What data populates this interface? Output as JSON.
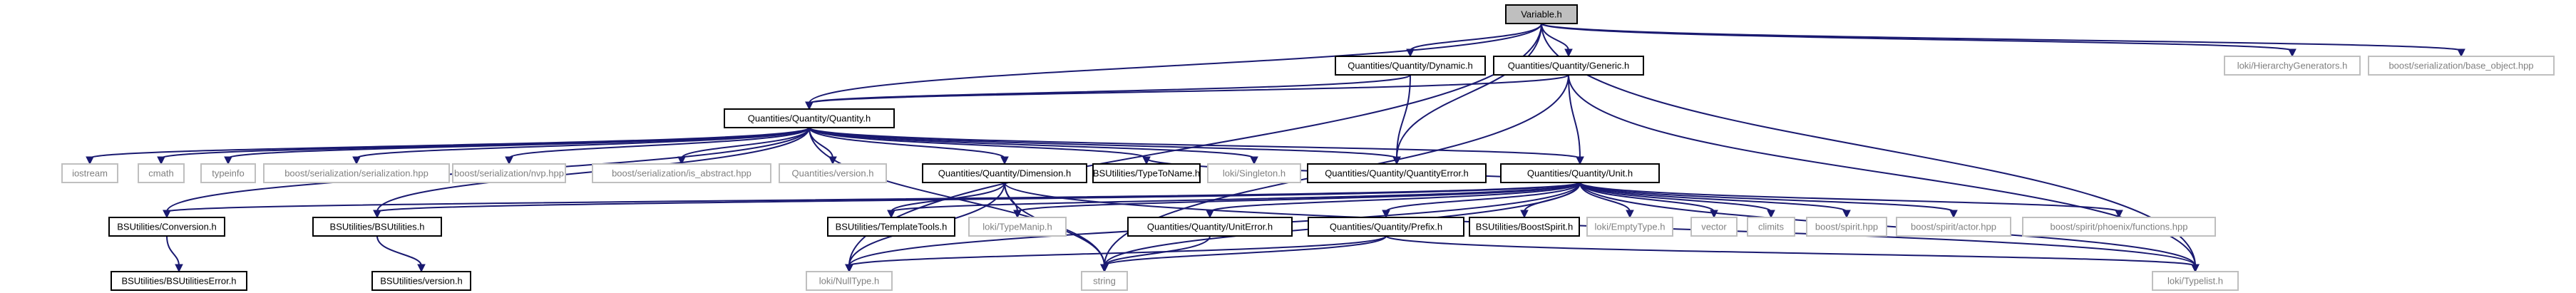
{
  "title": "Variable.h",
  "labels": {
    "variable": "Variable.h",
    "dynamic": "Quantities/Quantity/Dynamic.h",
    "generic": "Quantities/Quantity/Generic.h",
    "hier": "loki/HierarchyGenerators.h",
    "base_object": "boost/serialization/base_object.hpp",
    "quantity": "Quantities/Quantity/Quantity.h",
    "iostream": "iostream",
    "cmath": "cmath",
    "typeinfo": "typeinfo",
    "serialization": "boost/serialization/serialization.hpp",
    "nvp": "boost/serialization/nvp.hpp",
    "is_abstract": "boost/serialization/is_abstract.hpp",
    "version": "Quantities/version.h",
    "dimension": "Quantities/Quantity/Dimension.h",
    "typetoname": "BSUtilities/TypeToName.h",
    "singleton": "loki/Singleton.h",
    "qerror": "Quantities/Quantity/QuantityError.h",
    "unit": "Quantities/Quantity/Unit.h",
    "conversion": "BSUtilities/Conversion.h",
    "bsutilities": "BSUtilities/BSUtilities.h",
    "templatetools": "BSUtilities/TemplateTools.h",
    "typemanip": "loki/TypeManip.h",
    "uniterror": "Quantities/Quantity/UnitError.h",
    "prefix": "Quantities/Quantity/Prefix.h",
    "boostspirit": "BSUtilities/BoostSpirit.h",
    "emptytype": "loki/EmptyType.h",
    "vector": "vector",
    "climits": "climits",
    "spirit": "boost/spirit.hpp",
    "actor": "boost/spirit/actor.hpp",
    "phoenix": "boost/spirit/phoenix/functions.hpp",
    "bsuerror": "BSUtilities/BSUtilitiesError.h",
    "bsuversion": "BSUtilities/version.h",
    "nulltype": "loki/NullType.h",
    "string": "string",
    "typelist": "loki/Typelist.h"
  },
  "nodes": [
    {
      "id": "variable",
      "kind": "root"
    },
    {
      "id": "dynamic",
      "kind": "project"
    },
    {
      "id": "generic",
      "kind": "project"
    },
    {
      "id": "hier",
      "kind": "system"
    },
    {
      "id": "base_object",
      "kind": "system"
    },
    {
      "id": "quantity",
      "kind": "project"
    },
    {
      "id": "iostream",
      "kind": "system"
    },
    {
      "id": "cmath",
      "kind": "system"
    },
    {
      "id": "typeinfo",
      "kind": "system"
    },
    {
      "id": "serialization",
      "kind": "system"
    },
    {
      "id": "nvp",
      "kind": "system"
    },
    {
      "id": "is_abstract",
      "kind": "system"
    },
    {
      "id": "version",
      "kind": "system"
    },
    {
      "id": "dimension",
      "kind": "project"
    },
    {
      "id": "typetoname",
      "kind": "project"
    },
    {
      "id": "singleton",
      "kind": "system"
    },
    {
      "id": "qerror",
      "kind": "project"
    },
    {
      "id": "unit",
      "kind": "project"
    },
    {
      "id": "conversion",
      "kind": "project"
    },
    {
      "id": "bsutilities",
      "kind": "project"
    },
    {
      "id": "templatetools",
      "kind": "project"
    },
    {
      "id": "typemanip",
      "kind": "system"
    },
    {
      "id": "uniterror",
      "kind": "project"
    },
    {
      "id": "prefix",
      "kind": "project"
    },
    {
      "id": "boostspirit",
      "kind": "project"
    },
    {
      "id": "emptytype",
      "kind": "system"
    },
    {
      "id": "vector",
      "kind": "system"
    },
    {
      "id": "climits",
      "kind": "system"
    },
    {
      "id": "spirit",
      "kind": "system"
    },
    {
      "id": "actor",
      "kind": "system"
    },
    {
      "id": "phoenix",
      "kind": "system"
    },
    {
      "id": "bsuerror",
      "kind": "project"
    },
    {
      "id": "bsuversion",
      "kind": "project"
    },
    {
      "id": "nulltype",
      "kind": "system"
    },
    {
      "id": "string",
      "kind": "system"
    },
    {
      "id": "typelist",
      "kind": "system"
    }
  ],
  "edges": [
    [
      "variable",
      "dynamic"
    ],
    [
      "variable",
      "generic"
    ],
    [
      "variable",
      "quantity"
    ],
    [
      "variable",
      "qerror"
    ],
    [
      "variable",
      "hier"
    ],
    [
      "variable",
      "base_object"
    ],
    [
      "variable",
      "nulltype"
    ],
    [
      "variable",
      "typelist"
    ],
    [
      "dynamic",
      "quantity"
    ],
    [
      "dynamic",
      "qerror"
    ],
    [
      "generic",
      "quantity"
    ],
    [
      "generic",
      "unit"
    ],
    [
      "generic",
      "typelist"
    ],
    [
      "generic",
      "string"
    ],
    [
      "quantity",
      "iostream"
    ],
    [
      "quantity",
      "cmath"
    ],
    [
      "quantity",
      "typeinfo"
    ],
    [
      "quantity",
      "serialization"
    ],
    [
      "quantity",
      "nvp"
    ],
    [
      "quantity",
      "is_abstract"
    ],
    [
      "quantity",
      "version"
    ],
    [
      "quantity",
      "dimension"
    ],
    [
      "quantity",
      "typetoname"
    ],
    [
      "quantity",
      "singleton"
    ],
    [
      "quantity",
      "qerror"
    ],
    [
      "quantity",
      "unit"
    ],
    [
      "quantity",
      "conversion"
    ],
    [
      "quantity",
      "bsutilities"
    ],
    [
      "quantity",
      "string"
    ],
    [
      "dimension",
      "templatetools"
    ],
    [
      "dimension",
      "typemanip"
    ],
    [
      "dimension",
      "typelist"
    ],
    [
      "dimension",
      "nulltype"
    ],
    [
      "dimension",
      "string"
    ],
    [
      "unit",
      "conversion"
    ],
    [
      "unit",
      "bsutilities"
    ],
    [
      "unit",
      "templatetools"
    ],
    [
      "unit",
      "typemanip"
    ],
    [
      "unit",
      "uniterror"
    ],
    [
      "unit",
      "prefix"
    ],
    [
      "unit",
      "boostspirit"
    ],
    [
      "unit",
      "emptytype"
    ],
    [
      "unit",
      "vector"
    ],
    [
      "unit",
      "climits"
    ],
    [
      "unit",
      "spirit"
    ],
    [
      "unit",
      "actor"
    ],
    [
      "unit",
      "phoenix"
    ],
    [
      "unit",
      "typelist"
    ],
    [
      "unit",
      "nulltype"
    ],
    [
      "unit",
      "string"
    ],
    [
      "unit",
      "typetoname"
    ],
    [
      "conversion",
      "bsuerror"
    ],
    [
      "bsutilities",
      "bsuversion"
    ],
    [
      "uniterror",
      "string"
    ],
    [
      "prefix",
      "nulltype"
    ],
    [
      "prefix",
      "string"
    ],
    [
      "prefix",
      "typelist"
    ]
  ]
}
